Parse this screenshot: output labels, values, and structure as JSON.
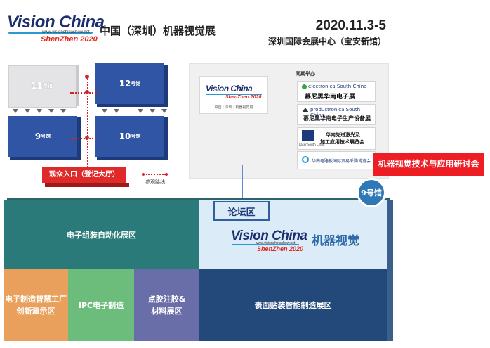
{
  "header": {
    "logo_main": "Vision China",
    "logo_url": "www.visionchinashow.net",
    "logo_city": "ShenZhen 2020",
    "title": "中国（深圳）机器视觉展",
    "date": "2020.11.3-5",
    "venue": "深圳国际会展中心（宝安新馆）"
  },
  "hall_map": {
    "halls": [
      {
        "number": "11",
        "suffix": "号馆"
      },
      {
        "number": "12",
        "suffix": "号馆"
      },
      {
        "number": "9",
        "suffix": "号馆"
      },
      {
        "number": "10",
        "suffix": "号馆"
      }
    ],
    "entrance_label": "观众入口（登记大厅）",
    "route_label": "参观路线"
  },
  "info_panel": {
    "logo_main": "Vision China",
    "logo_city": "ShenZhen 2020",
    "logo_caption": "中国｜深圳｜机器视觉展",
    "concurrent_label": "同期举办",
    "sponsors": [
      {
        "line1": "electronica South China",
        "line2": "慕尼黑华南电子展"
      },
      {
        "line1": "productronica South China",
        "line2": "慕尼黑华南电子生产设备展"
      },
      {
        "line1": "华南先进激光及",
        "line2": "加工应用技术展览会",
        "line3": "Laser South China"
      },
      {
        "line1": "华南电路板国际贸易采购博览会"
      }
    ],
    "seminar_label": "机器视觉技术与应用研讨会"
  },
  "floor_plan": {
    "hall_badge": "9号馆",
    "forum_label": "论坛区",
    "vision_logo_main": "Vision China",
    "vision_logo_url": "www.visionchinashow.net",
    "vision_logo_city": "ShenZhen 2020",
    "vision_zone_label": "机器视觉",
    "zones": {
      "electronic_assembly": "电子组装自动化展区",
      "smart_factory": "电子制造智慧工厂\n创新演示区",
      "ipc": "IPC电子制造",
      "dispensing": "点胶注胶&\n材料展区",
      "smt": "表面贴装智能制造展区"
    }
  },
  "colors": {
    "navy": "#1b2f6e",
    "brand_red": "#e0261b",
    "hall_blue": "#2f55a4",
    "teal": "#2a7a7a",
    "orange": "#e8a05c",
    "green": "#6cbd7c",
    "purple": "#6a6ea8",
    "dark_blue": "#23497a",
    "light_blue": "#dcebf8"
  }
}
